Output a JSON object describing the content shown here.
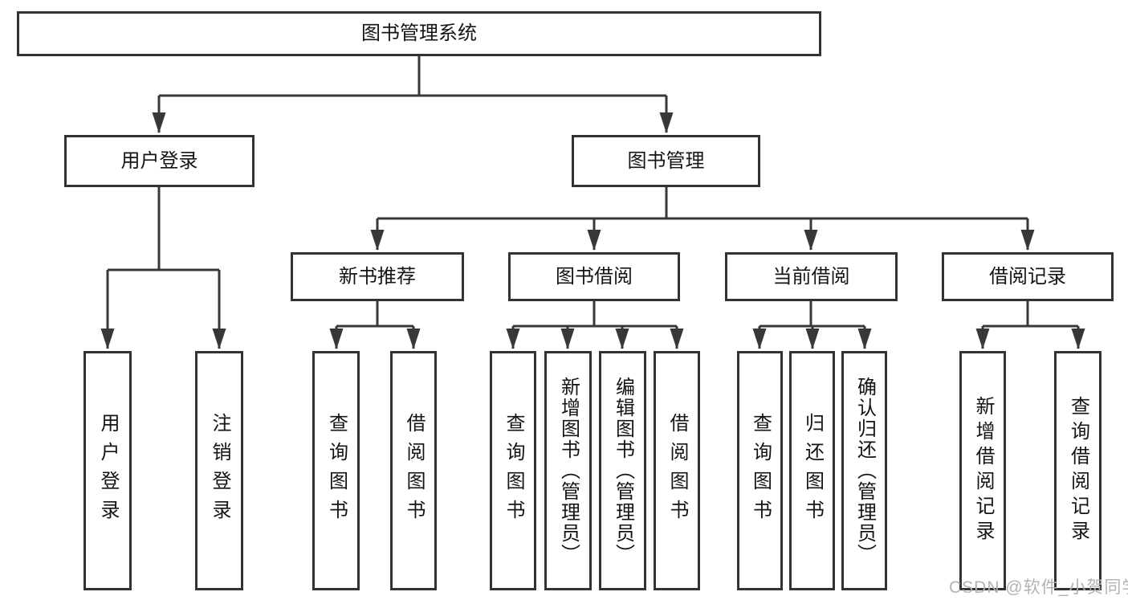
{
  "diagram_type": "hierarchy-tree",
  "colors": {
    "background": "#ffffff",
    "box_border": "#333333",
    "box_fill": "#ffffff",
    "connector_line": "#383838",
    "text": "#141414",
    "watermark_text": "#b3b3b3"
  },
  "nodes": {
    "root": "图书管理系统",
    "l2": [
      "用户登录",
      "图书管理"
    ],
    "l3": [
      "新书推荐",
      "图书借阅",
      "当前借阅",
      "借阅记录"
    ],
    "leaves": [
      "用户登录",
      "注销登录",
      "查询图书",
      "借阅图书",
      "查询图书",
      "新增图书（管理员）",
      "编辑图书（管理员）",
      "借阅图书",
      "查询图书",
      "归还图书",
      "确认归还（管理员）",
      "新增借阅记录",
      "查询借阅记录"
    ]
  },
  "watermark": {
    "text": "CSDN @软件_小贺同学"
  }
}
